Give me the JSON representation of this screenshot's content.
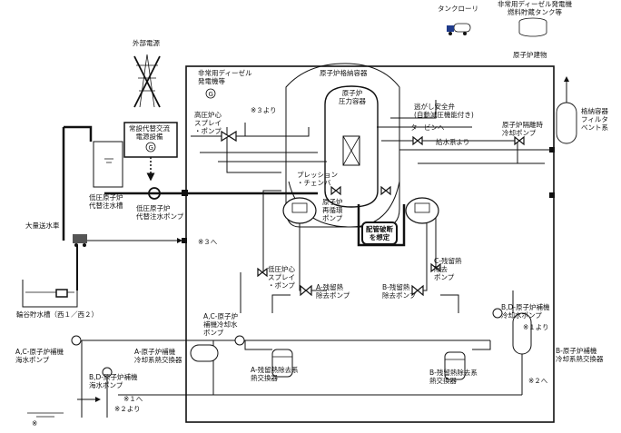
{
  "labels": {
    "tank_lorry": "タンクローリ",
    "edg_fuel_tank": "非常用ディーゼル発電機\n燃料貯蔵タンク等",
    "reactor_building": "原子炉建物",
    "external_power": "外部電源",
    "edg": "非常用ディーゼル\n発電機等",
    "containment": "原子炉格納容器",
    "rpv": "原子炉\n圧力容器",
    "srv": "逃がし安全弁\n(自動減圧機能付き)",
    "to_turbine": "タービンへ",
    "from_feedwater": "給水系より",
    "rcic_pump": "原子炉隔離時\n冷却ポンプ",
    "filter_vent": "格納容器\nフィルタ\nベント系",
    "hpcs_pump": "高圧炉心\nスプレイ\n・ポンプ",
    "from_note3": "※３より",
    "permanent_ac": "常設代替交流\n電源設備",
    "lp_injection_tank": "低圧原子炉\n代替注水槽",
    "lp_injection_pump": "低圧原子炉\n代替注水ポンプ",
    "pressure_suppression": "プレッション\n・チェンバ",
    "reactor_rhr_pump": "原子炉\n再循環\nポンプ",
    "pipe_break": "配管破断\nを想定",
    "large_water_truck": "大量送水車",
    "to_note3": "※３へ",
    "lpcs_pump": "低圧炉心\nスプレイ\n・ポンプ",
    "a_rhr_pump": "A-残留熱\n除去ポンプ",
    "b_rhr_pump": "B-残留熱\n除去ポンプ",
    "c_rhr_pump": "C-残留熱\n除去\nポンプ",
    "intake_tank": "輪谷貯水槽（西１／西２）",
    "ac_ccw_pump": "A,C-原子炉\n補機冷却水\nポンプ",
    "bd_ccw_pump": "B,D-原子炉補機\n冷却水ポンプ",
    "from_note1": "※１より",
    "ac_seawater_pump": "A,C-原子炉補機\n海水ポンプ",
    "a_ccw_hx": "A-原子炉補機\n冷却系熱交換器",
    "a_rhr_hx": "A-残留熱除去系\n熱交換器",
    "b_rhr_hx": "B-残留熱除去系\n熱交換器",
    "b_ccw_hx": "B-原子炉補機\n冷却系熱交換器",
    "to_note2": "※２へ",
    "bd_seawater_pump": "B,D-原子炉補機\n海水ポンプ",
    "to_note1": "※１へ",
    "from_note2": "※２より",
    "note_mark": "※"
  }
}
